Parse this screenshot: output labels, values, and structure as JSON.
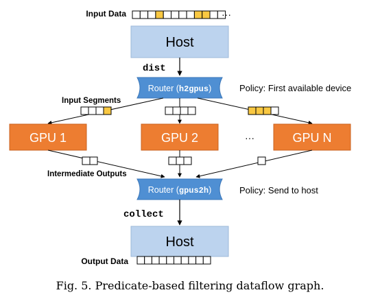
{
  "input_data_label": "Input Data",
  "ellipsis": "···",
  "host_top_label": "Host",
  "dist_label": "dist",
  "router1": {
    "prefix": "Router (",
    "code": "h2gpus",
    "suffix": ")"
  },
  "policy1": "Policy: First available device",
  "input_segments_label": "Input Segments",
  "gpus": [
    "GPU 1",
    "GPU 2",
    "GPU N"
  ],
  "gpu_ellipsis": "···",
  "intermediate_outputs_label": "Intermediate Outputs",
  "router2": {
    "prefix": "Router (",
    "code": "gpus2h",
    "suffix": ")"
  },
  "policy2": "Policy: Send to host",
  "collect_label": "collect",
  "host_bottom_label": "Host",
  "output_data_label": "Output Data",
  "caption": "Fig. 5.  Predicate-based filtering dataflow graph.",
  "colors": {
    "host_fill": "#bcd3ee",
    "router_fill": "#4f8fd3",
    "gpu_fill": "#ed7d31",
    "highlight": "#f9c842",
    "line": "#000000"
  }
}
